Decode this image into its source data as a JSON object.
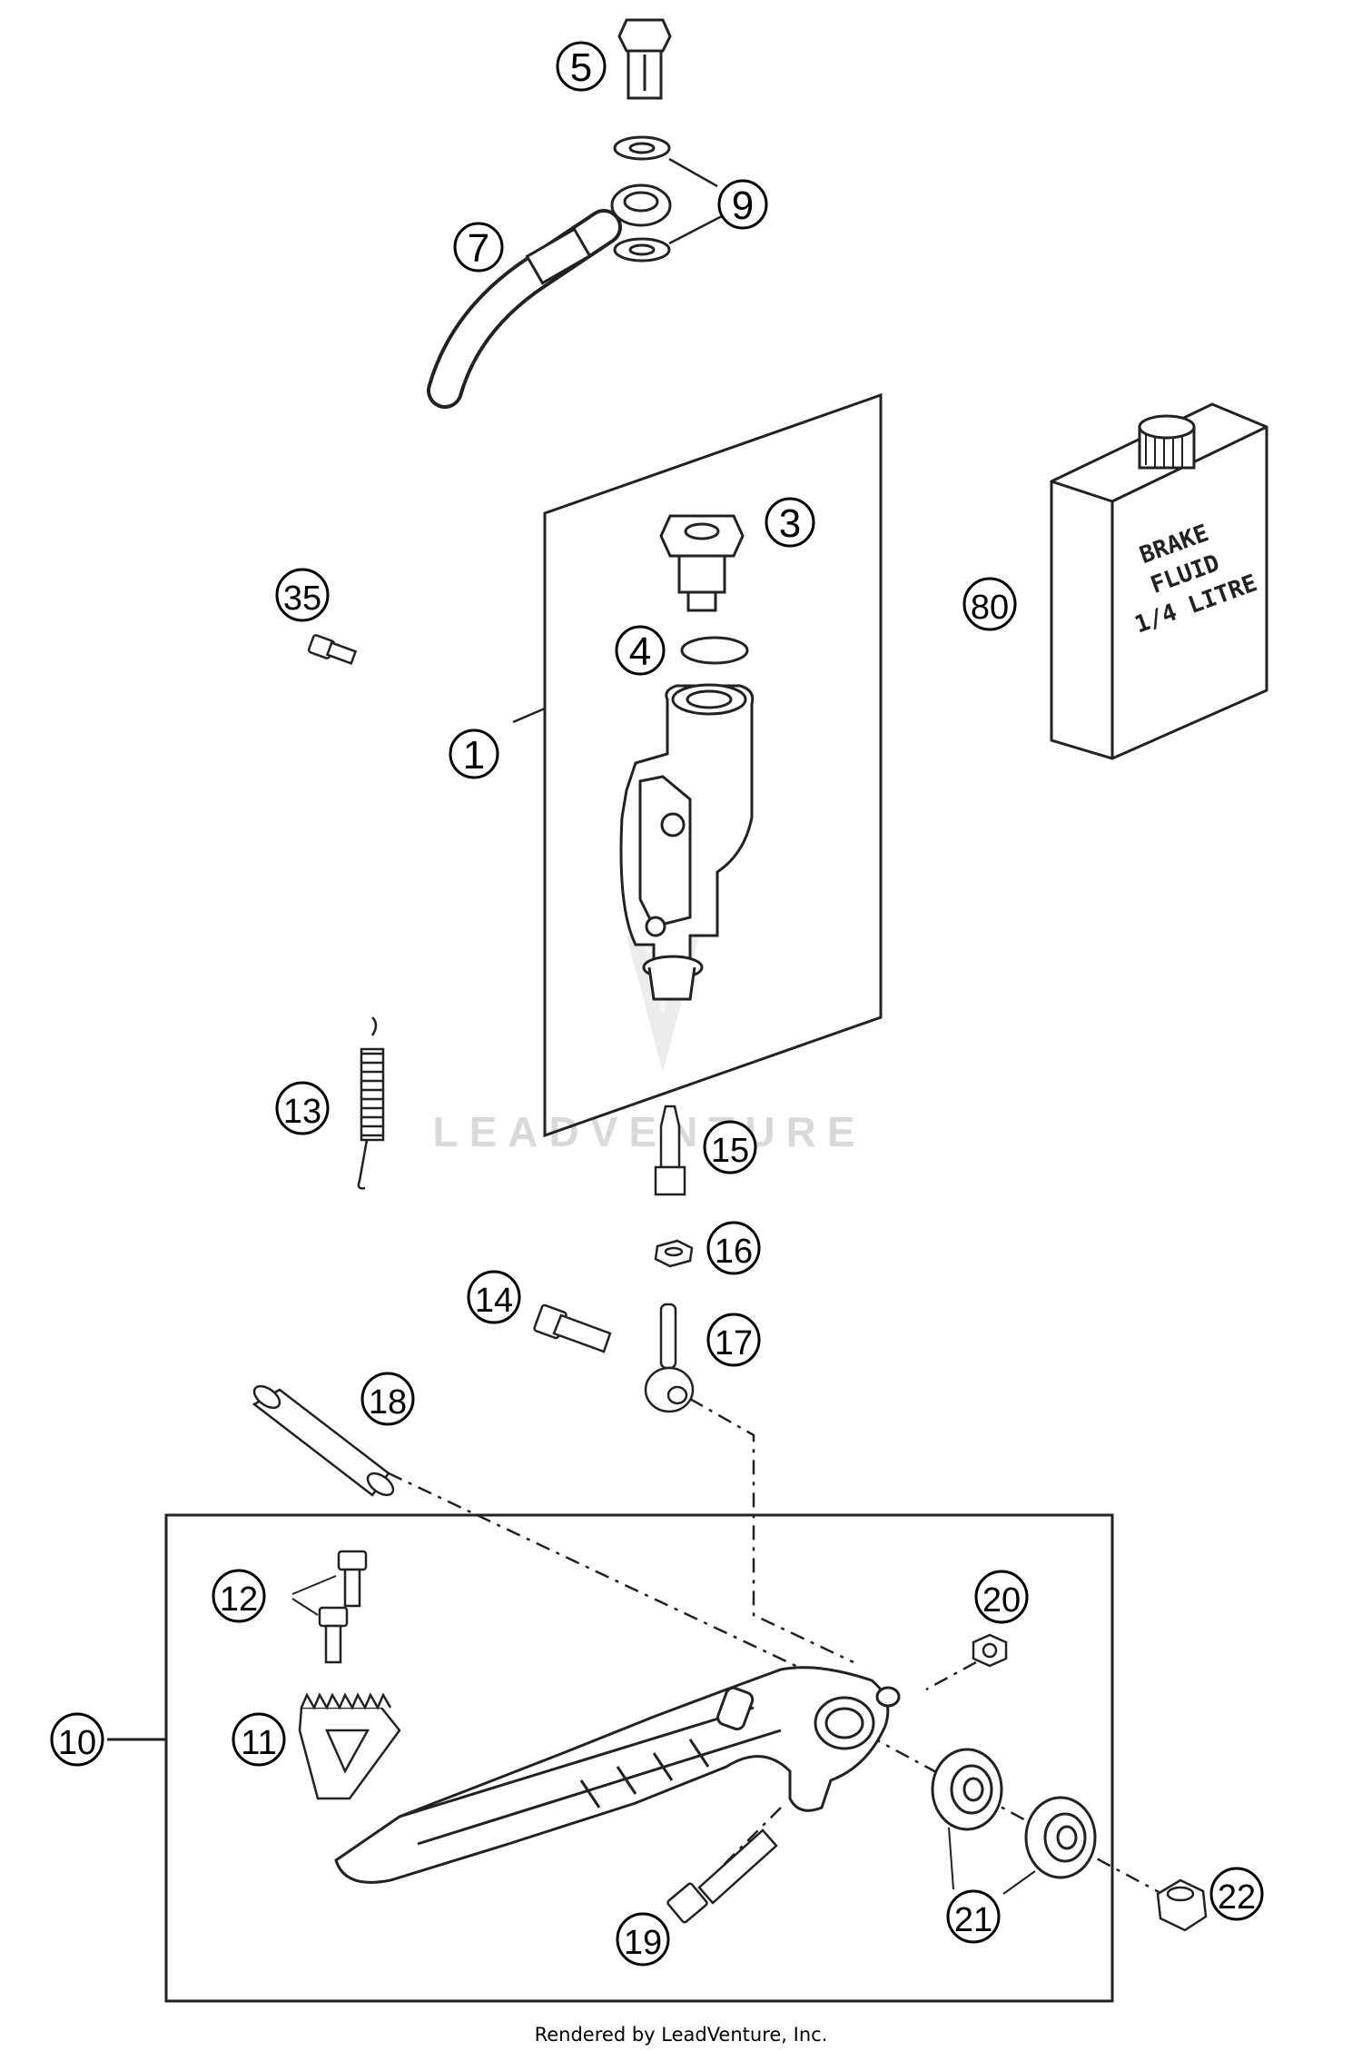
{
  "diagram": {
    "callouts": [
      "5",
      "9",
      "7",
      "3",
      "35",
      "4",
      "1",
      "80",
      "13",
      "15",
      "16",
      "14",
      "17",
      "18",
      "20",
      "12",
      "10",
      "11",
      "22",
      "21",
      "19"
    ],
    "container_label": [
      "BRAKE",
      "FLUID",
      "1/4 LITRE"
    ],
    "watermark": "LEADVENTURE"
  },
  "footer": {
    "text": "Rendered by LeadVenture, Inc."
  }
}
